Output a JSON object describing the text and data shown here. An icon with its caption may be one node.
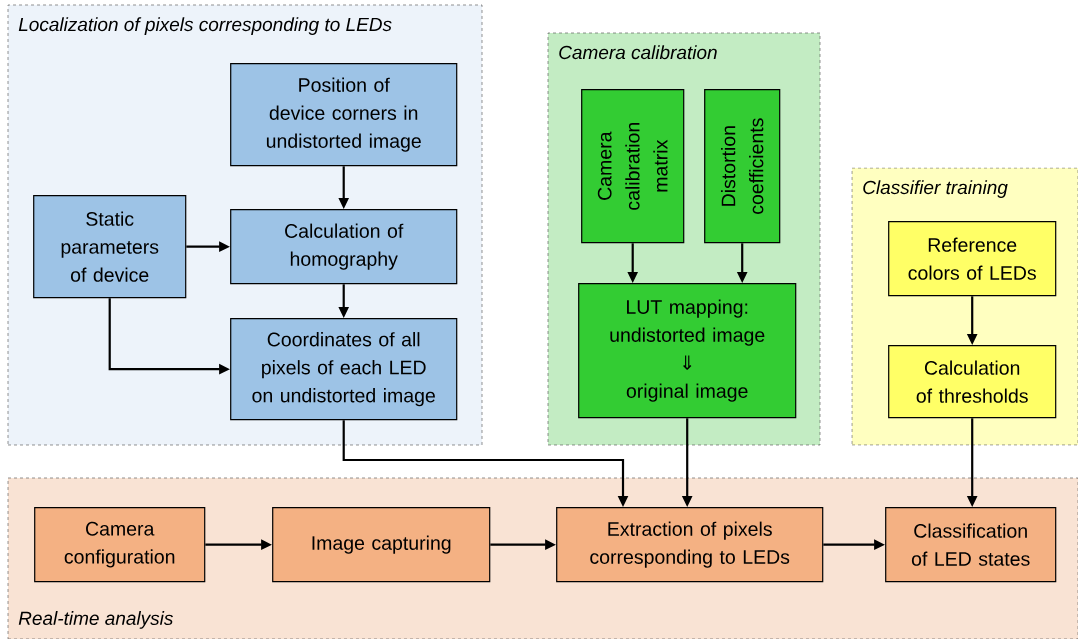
{
  "diagram": {
    "nodes": [
      {
        "text": [
          "Localization of pixels corresponding to LEDs"
        ]
      },
      {
        "text": [
          "Position of device corners in undistorted image"
        ],
        "in": 0
      },
      {
        "text": [
          "Static parameters of device"
        ],
        "in": 0
      },
      {
        "text": [
          "Calculation of homography"
        ],
        "in": 0
      },
      {
        "text": [
          "Coordinates of all pixels of each LED on undistorted image"
        ],
        "in": 0
      },
      {
        "text": [
          "Camera calibration"
        ]
      },
      {
        "text": [
          "Camera calibration matrix"
        ],
        "in": 5
      },
      {
        "text": [
          "Distortion coefficients"
        ],
        "in": 5
      },
      {
        "text": [
          "LUT mapping: undistorted image",
          "⇓",
          "original image"
        ],
        "in": 5
      },
      {
        "text": [
          "Classifier training"
        ]
      },
      {
        "text": [
          "Reference colors of LEDs"
        ],
        "in": 9
      },
      {
        "text": [
          "Calculation of thresholds"
        ],
        "in": 9
      },
      {
        "text": [
          "Real-time analysis"
        ]
      },
      {
        "text": [
          "Camera configuration"
        ],
        "in": 12
      },
      {
        "text": [
          "Image capturing"
        ],
        "in": 12
      },
      {
        "text": [
          "Extraction of pixels corresponding to LEDs"
        ],
        "in": 12
      },
      {
        "text": [
          "Classification of LED states"
        ],
        "in": 12
      }
    ],
    "edges": [
      {
        "from": 1,
        "to": 3,
        "arrow": "to"
      },
      {
        "from": 2,
        "to": 3,
        "arrow": "to"
      },
      {
        "from": 3,
        "to": 4,
        "arrow": "to"
      },
      {
        "from": 2,
        "to": 4,
        "arrow": "to"
      },
      {
        "from": 4,
        "to": 15,
        "arrow": "to"
      },
      {
        "from": 6,
        "to": 8,
        "arrow": "to"
      },
      {
        "from": 7,
        "to": 8,
        "arrow": "to"
      },
      {
        "from": 8,
        "to": 15,
        "arrow": "to"
      },
      {
        "from": 10,
        "to": 11,
        "arrow": "to"
      },
      {
        "from": 11,
        "to": 16,
        "arrow": "to"
      },
      {
        "from": 13,
        "to": 14,
        "arrow": "to"
      },
      {
        "from": 14,
        "to": 15,
        "arrow": "to"
      },
      {
        "from": 15,
        "to": 16,
        "arrow": "to"
      }
    ]
  }
}
